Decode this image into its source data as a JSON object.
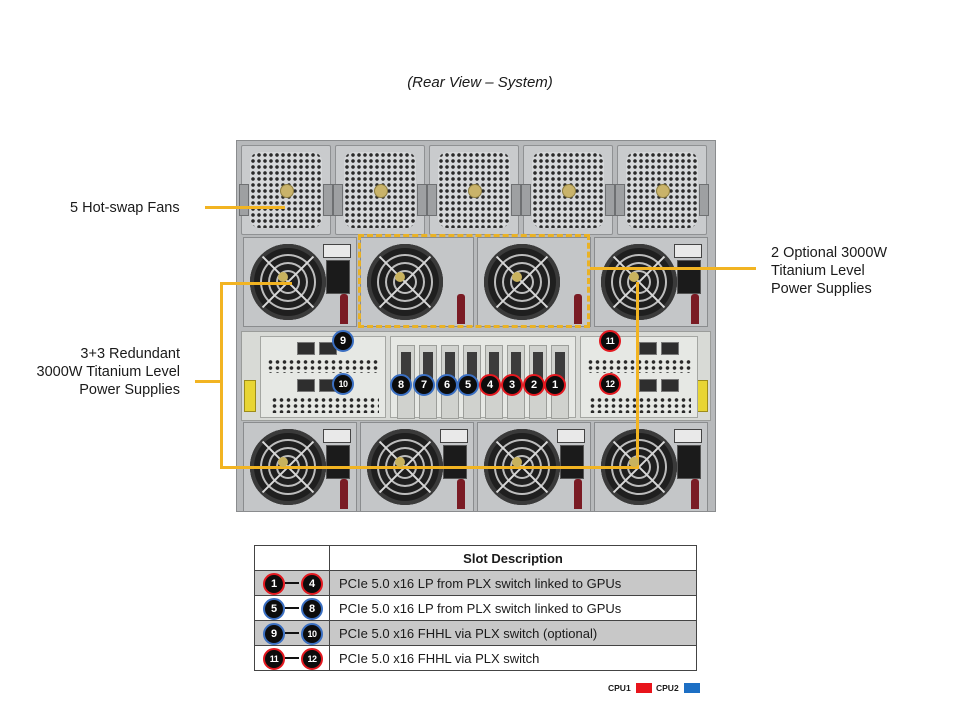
{
  "title": "(Rear View – System)",
  "callouts": {
    "fans": "5 Hot-swap Fans",
    "redundant_psu": [
      "3+3 Redundant",
      "3000W Titanium Level",
      "Power Supplies"
    ],
    "optional_psu": [
      "2 Optional 3000W",
      "Titanium Level",
      "Power Supplies"
    ]
  },
  "chassis": {
    "fan_count": 5,
    "psu_top_row": [
      {
        "id": "psu-top-1",
        "optional": false
      },
      {
        "id": "psu-top-2",
        "optional": true
      },
      {
        "id": "psu-top-3",
        "optional": true
      },
      {
        "id": "psu-top-4",
        "optional": false
      }
    ],
    "psu_bottom_row": [
      {
        "id": "psu-bottom-1"
      },
      {
        "id": "psu-bottom-2"
      },
      {
        "id": "psu-bottom-3"
      },
      {
        "id": "psu-bottom-4"
      }
    ],
    "slot_badges": {
      "lp_slots": [
        {
          "n": "8",
          "cpu": "CPU2"
        },
        {
          "n": "7",
          "cpu": "CPU2"
        },
        {
          "n": "6",
          "cpu": "CPU2"
        },
        {
          "n": "5",
          "cpu": "CPU2"
        },
        {
          "n": "4",
          "cpu": "CPU1"
        },
        {
          "n": "3",
          "cpu": "CPU1"
        },
        {
          "n": "2",
          "cpu": "CPU1"
        },
        {
          "n": "1",
          "cpu": "CPU1"
        }
      ],
      "left_fhhl": [
        {
          "n": "9",
          "cpu": "CPU2"
        },
        {
          "n": "10",
          "cpu": "CPU2"
        }
      ],
      "right_fhhl": [
        {
          "n": "11",
          "cpu": "CPU1"
        },
        {
          "n": "12",
          "cpu": "CPU1"
        }
      ]
    }
  },
  "table": {
    "header": "Slot Description",
    "rows": [
      {
        "from": "1",
        "to": "4",
        "cpu": "CPU1",
        "desc": "PCIe 5.0 x16 LP from PLX switch linked to GPUs",
        "shaded": true
      },
      {
        "from": "5",
        "to": "8",
        "cpu": "CPU2",
        "desc": "PCIe 5.0 x16 LP from PLX switch linked to GPUs",
        "shaded": false
      },
      {
        "from": "9",
        "to": "10",
        "cpu": "CPU2",
        "desc": "PCIe 5.0 x16 FHHL via PLX switch (optional)",
        "shaded": true
      },
      {
        "from": "11",
        "to": "12",
        "cpu": "CPU1",
        "desc": "PCIe 5.0 x16 FHHL via PLX switch",
        "shaded": false
      }
    ]
  },
  "legend": {
    "cpu1_label": "CPU1",
    "cpu1_color": "#e8141b",
    "cpu2_label": "CPU2",
    "cpu2_color": "#1d6fc4"
  },
  "colors": {
    "callout_line": "#f2b422",
    "cpu1_ring": "#e3181f",
    "cpu2_ring": "#3a6fc2"
  }
}
